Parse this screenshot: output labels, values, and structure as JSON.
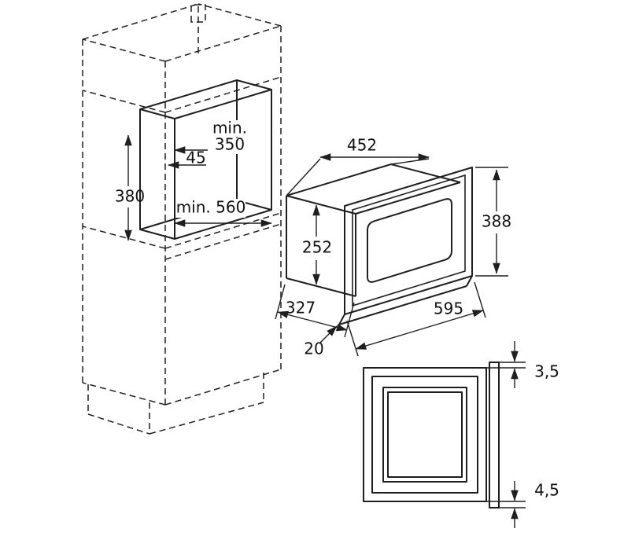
{
  "diagram": {
    "labels": {
      "niche_depth_min_line1": "min.",
      "niche_depth_min_line2": "350",
      "side_clearance": "45",
      "niche_height": "380",
      "niche_width_min": "min. 560",
      "body_width": "452",
      "frame_height": "388",
      "body_height": "252",
      "body_depth": "327",
      "frame_width": "595",
      "bottom_overlap": "20",
      "detail_gap_top": "3,5",
      "detail_gap_bottom": "4,5"
    }
  }
}
